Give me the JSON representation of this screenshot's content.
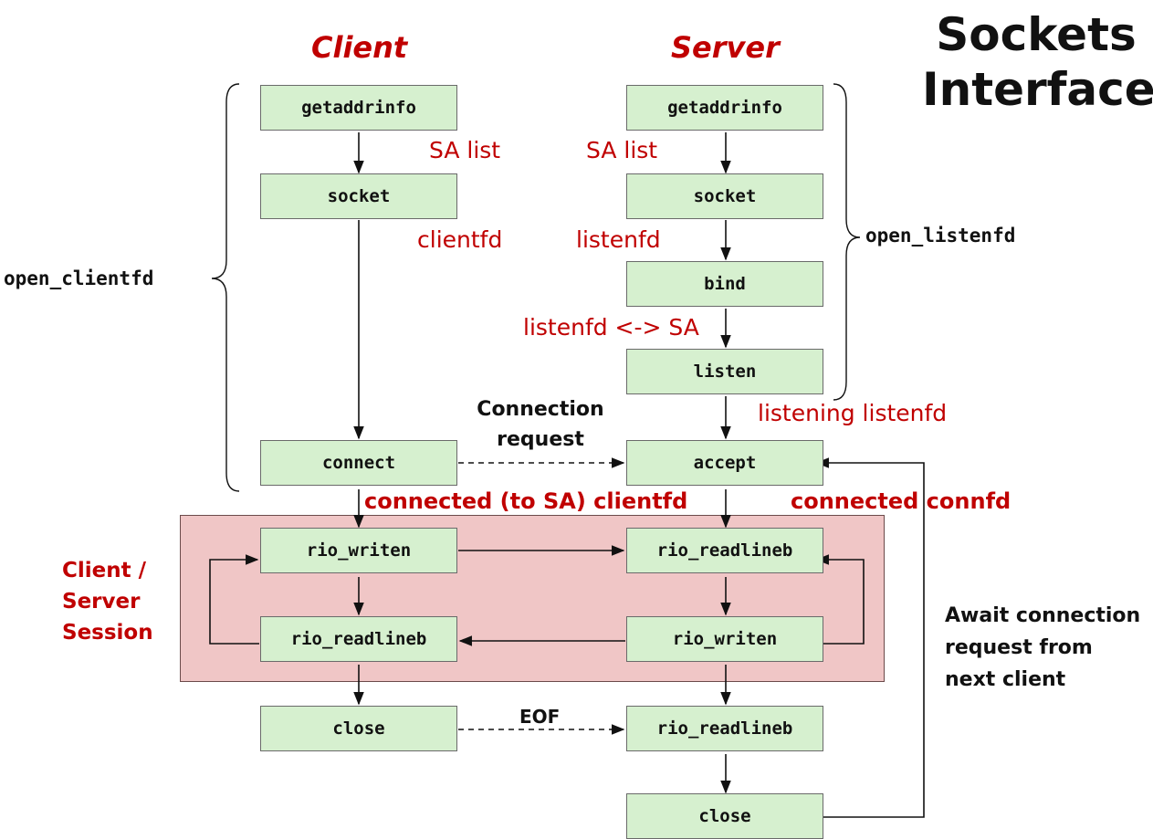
{
  "title": {
    "line1": "Sockets",
    "line2": "Interface"
  },
  "headers": {
    "client": "Client",
    "server": "Server"
  },
  "client_boxes": {
    "getaddrinfo": "getaddrinfo",
    "socket": "socket",
    "connect": "connect",
    "rio_writen": "rio_writen",
    "rio_readlineb": "rio_readlineb",
    "close": "close"
  },
  "server_boxes": {
    "getaddrinfo": "getaddrinfo",
    "socket": "socket",
    "bind": "bind",
    "listen": "listen",
    "accept": "accept",
    "rio_readlineb": "rio_readlineb",
    "rio_writen": "rio_writen",
    "rio_readlineb_eof": "rio_readlineb",
    "close": "close"
  },
  "annotations": {
    "client_sa_list": "SA list",
    "server_sa_list": "SA list",
    "clientfd": "clientfd",
    "listenfd": "listenfd",
    "listenfd_sa": "listenfd <-> SA",
    "listening_listenfd": "listening listenfd",
    "connected_clientfd": "connected (to SA) clientfd",
    "connected_connfd": "connected connfd",
    "connection_request_1": "Connection",
    "connection_request_2": "request",
    "eof": "EOF",
    "session_1": "Client /",
    "session_2": "Server",
    "session_3": "Session",
    "await_1": "Await connection",
    "await_2": "request from",
    "await_3": "next client"
  },
  "brace_labels": {
    "open_clientfd": "open_clientfd",
    "open_listenfd": "open_listenfd"
  },
  "colors": {
    "box_fill": "#d6f0cf",
    "session_fill": "#f0c6c6",
    "accent_red": "#c00000"
  }
}
